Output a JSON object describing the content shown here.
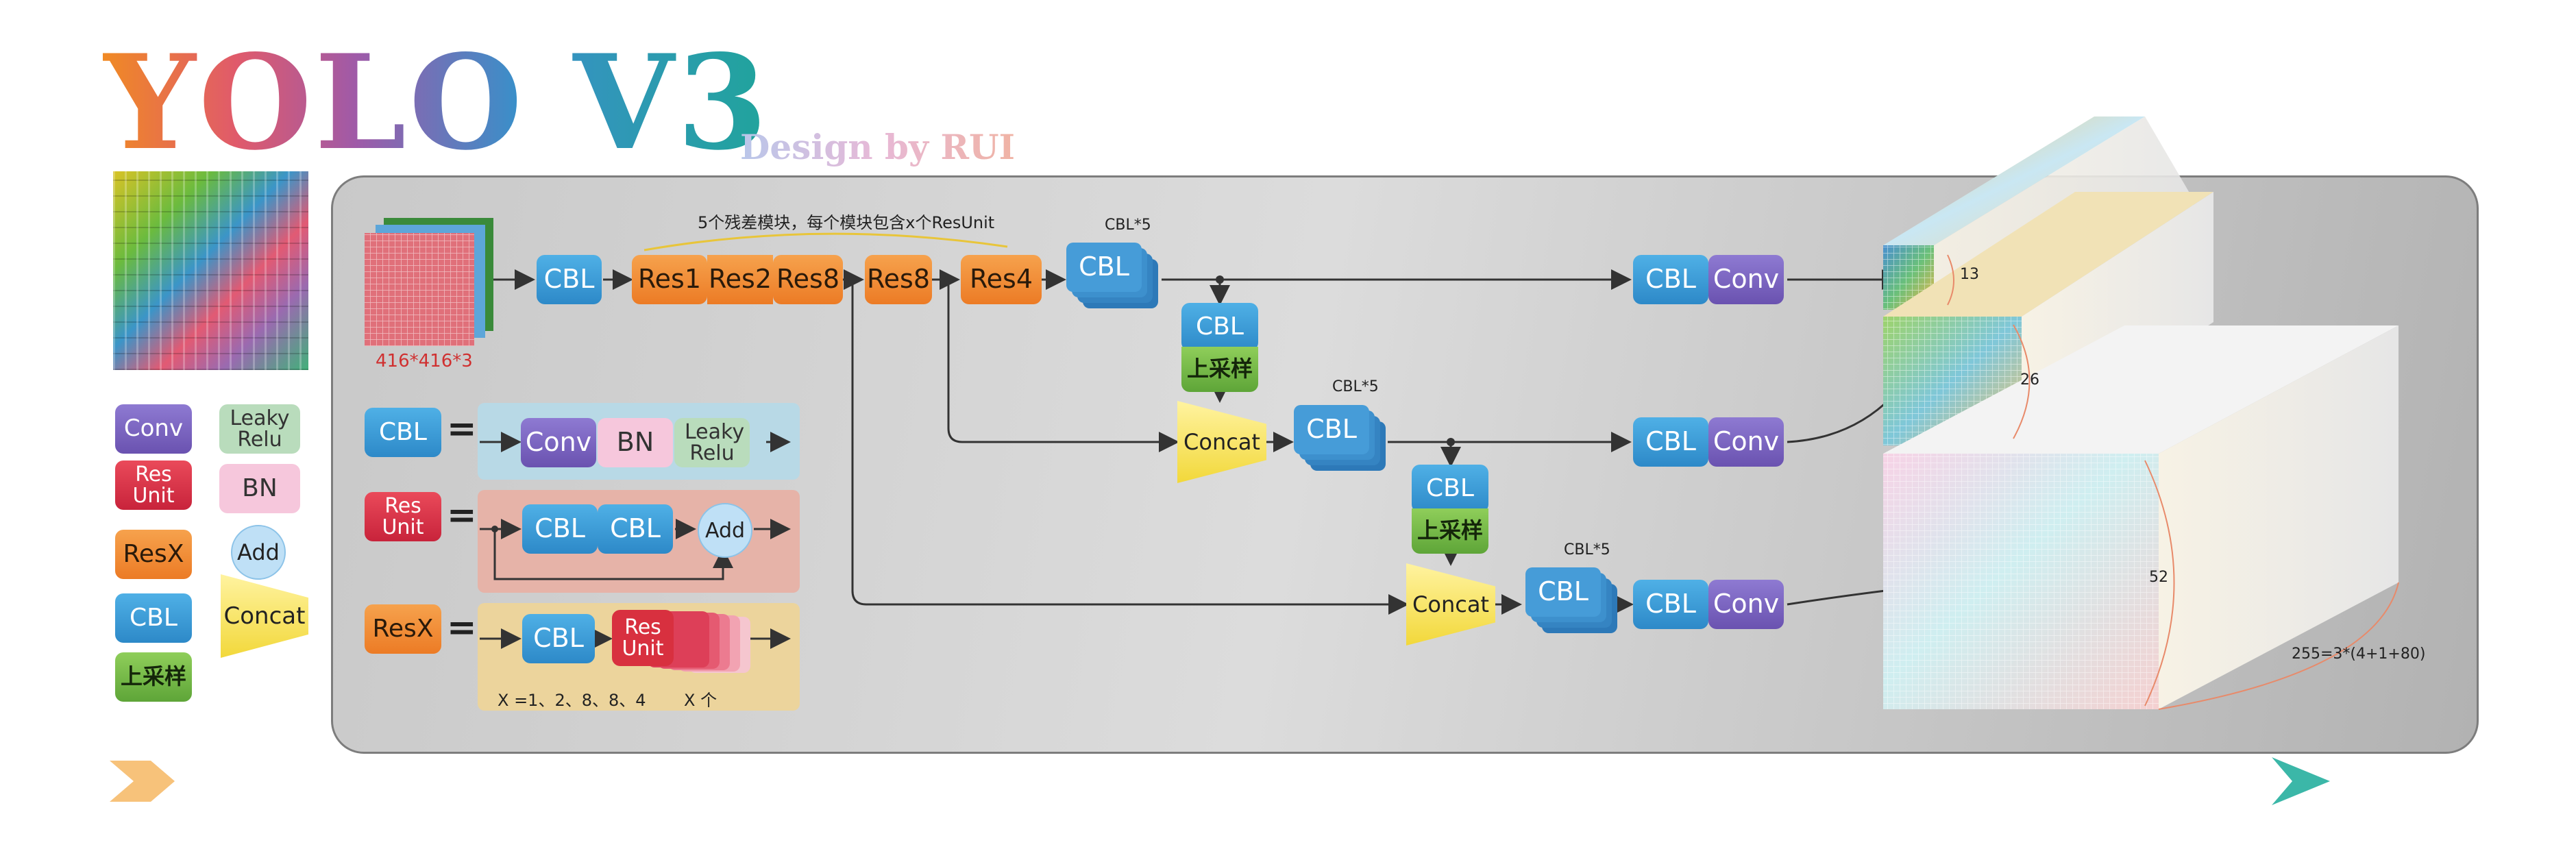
{
  "header": {
    "title": "YOLO  V3",
    "subtitle": "Design by RUI"
  },
  "input": {
    "size_label": "416*416*3"
  },
  "legend": {
    "conv": "Conv",
    "leaky_relu": "Leaky Relu",
    "res_unit": "Res Unit",
    "bn": "BN",
    "resx": "ResX",
    "add": "Add",
    "cbl": "CBL",
    "concat": "Concat",
    "upsample": "上采样"
  },
  "definitions": {
    "equals": "=",
    "cbl_def": {
      "lhs": "CBL",
      "parts": [
        "Conv",
        "BN",
        "Leaky Relu"
      ]
    },
    "resunit_def": {
      "lhs": "Res Unit",
      "parts": [
        "CBL",
        "CBL",
        "Add"
      ]
    },
    "resx_def": {
      "lhs": "ResX",
      "parts": [
        "CBL",
        "Res Unit"
      ],
      "note_x": "X =1、2、8、8、4",
      "note_count": "X 个"
    }
  },
  "backbone": {
    "annotation": "5个残差模块，每个模块包含x个ResUnit",
    "blocks": [
      "CBL",
      "Res1",
      "Res2",
      "Res8",
      "Res8",
      "Res4"
    ],
    "cbl5": "CBL*5"
  },
  "branches": {
    "row1": {
      "cbl": "CBL",
      "conv": "Conv"
    },
    "row2": {
      "cbl_up": "CBL",
      "upsample": "上采样",
      "concat": "Concat",
      "cbl5_label": "CBL*5",
      "cbl5_block": "CBL",
      "cbl": "CBL",
      "conv": "Conv"
    },
    "row3": {
      "cbl_up": "CBL",
      "upsample": "上采样",
      "concat": "Concat",
      "cbl5_label": "CBL*5",
      "cbl5_block": "CBL",
      "cbl": "CBL",
      "conv": "Conv"
    }
  },
  "outputs": {
    "scale1": "13",
    "scale2": "26",
    "scale3": "52",
    "channels": "255=3*(4+1+80)"
  },
  "colors": {
    "cbl": "#3a9ad8",
    "res": "#f08a2e",
    "conv": "#7b63c2",
    "res_unit": "#d8303f",
    "upsample": "#72b843",
    "concat": "#f7e26a",
    "bn": "#f6c7dc",
    "leaky": "#b9dcbc",
    "add": "#bfe0f6"
  }
}
